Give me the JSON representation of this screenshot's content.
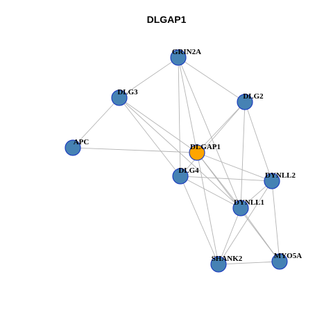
{
  "title": "DLGAP1",
  "colors": {
    "background": "#ffffff",
    "node_fill": "#4682b4",
    "node_stroke": "#1f3fbf",
    "hub_fill": "#ffa500",
    "hub_stroke": "#1f3fbf",
    "edge": "#b3b3b3",
    "label": "#000000"
  },
  "nodes": [
    {
      "id": "GRIN2A",
      "label": "GRIN2A",
      "hub": false
    },
    {
      "id": "DLG3",
      "label": "DLG3",
      "hub": false
    },
    {
      "id": "DLG2",
      "label": "DLG2",
      "hub": false
    },
    {
      "id": "APC",
      "label": "APC",
      "hub": false
    },
    {
      "id": "DLGAP1",
      "label": "DLGAP1",
      "hub": true
    },
    {
      "id": "DLG4",
      "label": "DLG4",
      "hub": false
    },
    {
      "id": "DYNLL2",
      "label": "DYNLL2",
      "hub": false
    },
    {
      "id": "DYNLL1",
      "label": "DYNLL1",
      "hub": false
    },
    {
      "id": "SHANK2",
      "label": "SHANK2",
      "hub": false
    },
    {
      "id": "MYO5A",
      "label": "MYO5A",
      "hub": false
    }
  ],
  "edges": [
    [
      "GRIN2A",
      "DLG3"
    ],
    [
      "GRIN2A",
      "DLG2"
    ],
    [
      "GRIN2A",
      "DLGAP1"
    ],
    [
      "GRIN2A",
      "DLG4"
    ],
    [
      "GRIN2A",
      "DYNLL1"
    ],
    [
      "DLG3",
      "APC"
    ],
    [
      "DLG3",
      "DLGAP1"
    ],
    [
      "DLG3",
      "DLG4"
    ],
    [
      "DLG3",
      "DYNLL1"
    ],
    [
      "DLG2",
      "DLGAP1"
    ],
    [
      "DLG2",
      "DLG4"
    ],
    [
      "DLG2",
      "DYNLL1"
    ],
    [
      "DLG2",
      "DYNLL2"
    ],
    [
      "APC",
      "DLGAP1"
    ],
    [
      "DLGAP1",
      "DYNLL2"
    ],
    [
      "DLGAP1",
      "DYNLL1"
    ],
    [
      "DLGAP1",
      "SHANK2"
    ],
    [
      "DLGAP1",
      "MYO5A"
    ],
    [
      "DLG4",
      "DYNLL2"
    ],
    [
      "DLG4",
      "DYNLL1"
    ],
    [
      "DLG4",
      "SHANK2"
    ],
    [
      "DYNLL2",
      "DYNLL1"
    ],
    [
      "DYNLL2",
      "SHANK2"
    ],
    [
      "DYNLL2",
      "MYO5A"
    ],
    [
      "DYNLL1",
      "SHANK2"
    ],
    [
      "DYNLL1",
      "MYO5A"
    ],
    [
      "SHANK2",
      "MYO5A"
    ]
  ]
}
